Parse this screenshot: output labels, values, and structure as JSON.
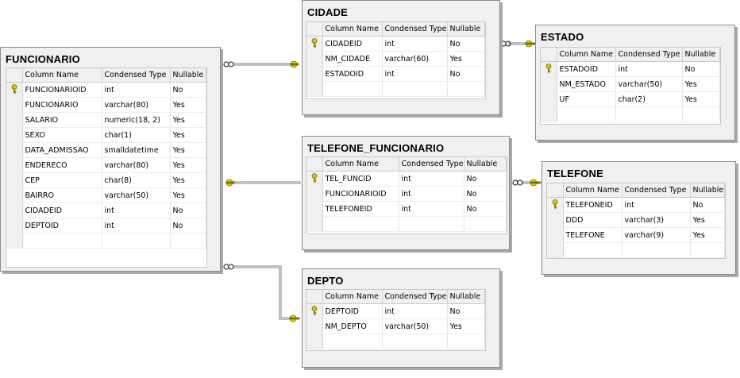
{
  "colors": {
    "line": "#808080",
    "key": "#d9b100",
    "border": "#8c8c8c"
  },
  "headers": {
    "column_name": "Column Name",
    "condensed_type": "Condensed Type",
    "nullable": "Nullable"
  },
  "tables": {
    "funcionario": {
      "title": "FUNCIONARIO",
      "rows": [
        {
          "name": "FUNCIONARIOID",
          "type": "int",
          "nullable": "No",
          "pk": true
        },
        {
          "name": "FUNCIONARIO",
          "type": "varchar(80)",
          "nullable": "Yes",
          "pk": false
        },
        {
          "name": "SALARIO",
          "type": "numeric(18, 2)",
          "nullable": "Yes",
          "pk": false
        },
        {
          "name": "SEXO",
          "type": "char(1)",
          "nullable": "Yes",
          "pk": false
        },
        {
          "name": "DATA_ADMISSAO",
          "type": "smalldatetime",
          "nullable": "Yes",
          "pk": false
        },
        {
          "name": "ENDERECO",
          "type": "varchar(80)",
          "nullable": "Yes",
          "pk": false
        },
        {
          "name": "CEP",
          "type": "char(8)",
          "nullable": "Yes",
          "pk": false
        },
        {
          "name": "BAIRRO",
          "type": "varchar(50)",
          "nullable": "Yes",
          "pk": false
        },
        {
          "name": "CIDADEID",
          "type": "int",
          "nullable": "No",
          "pk": false
        },
        {
          "name": "DEPTOID",
          "type": "int",
          "nullable": "No",
          "pk": false
        }
      ]
    },
    "cidade": {
      "title": "CIDADE",
      "rows": [
        {
          "name": "CIDADEID",
          "type": "int",
          "nullable": "No",
          "pk": true
        },
        {
          "name": "NM_CIDADE",
          "type": "varchar(60)",
          "nullable": "Yes",
          "pk": false
        },
        {
          "name": "ESTADOID",
          "type": "int",
          "nullable": "No",
          "pk": false
        }
      ]
    },
    "estado": {
      "title": "ESTADO",
      "rows": [
        {
          "name": "ESTADOID",
          "type": "int",
          "nullable": "No",
          "pk": true
        },
        {
          "name": "NM_ESTADO",
          "type": "varchar(50)",
          "nullable": "Yes",
          "pk": false
        },
        {
          "name": "UF",
          "type": "char(2)",
          "nullable": "Yes",
          "pk": false
        }
      ]
    },
    "telefone_funcionario": {
      "title": "TELEFONE_FUNCIONARIO",
      "rows": [
        {
          "name": "TEL_FUNCID",
          "type": "int",
          "nullable": "No",
          "pk": true
        },
        {
          "name": "FUNCIONARIOID",
          "type": "int",
          "nullable": "No",
          "pk": false
        },
        {
          "name": "TELEFONEID",
          "type": "int",
          "nullable": "No",
          "pk": false
        }
      ]
    },
    "telefone": {
      "title": "TELEFONE",
      "rows": [
        {
          "name": "TELEFONEID",
          "type": "int",
          "nullable": "No",
          "pk": true
        },
        {
          "name": "DDD",
          "type": "varchar(3)",
          "nullable": "Yes",
          "pk": false
        },
        {
          "name": "TELEFONE",
          "type": "varchar(9)",
          "nullable": "Yes",
          "pk": false
        }
      ]
    },
    "depto": {
      "title": "DEPTO",
      "rows": [
        {
          "name": "DEPTOID",
          "type": "int",
          "nullable": "No",
          "pk": true
        },
        {
          "name": "NM_DEPTO",
          "type": "varchar(50)",
          "nullable": "Yes",
          "pk": false
        }
      ]
    }
  }
}
